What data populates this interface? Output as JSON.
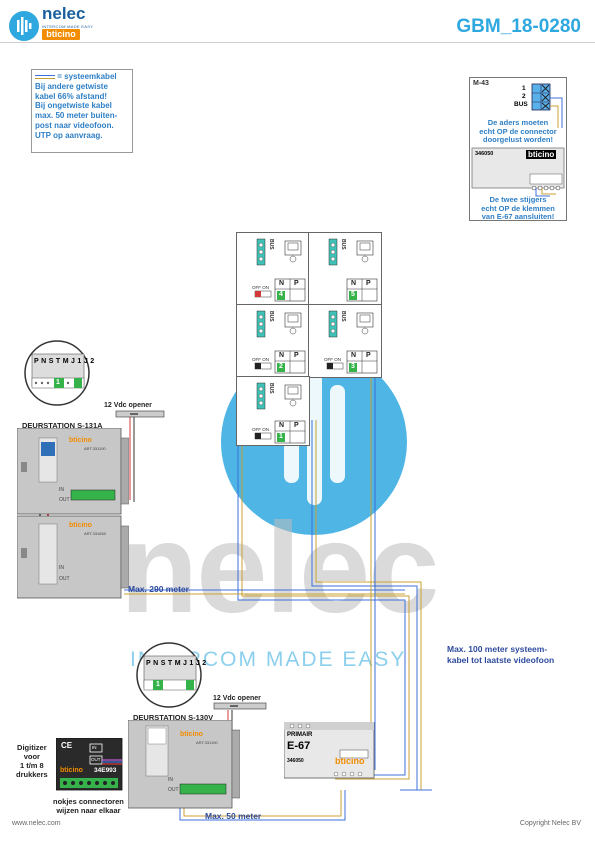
{
  "header": {
    "brand": "nelec",
    "tagline": "INTERCOM MADE EASY",
    "brand2": "bticino",
    "title": "GBM_18-0280"
  },
  "legend": {
    "key": "= systeemkabel",
    "lines": [
      "Bij andere getwiste",
      "kabel 66% afstand!",
      "Bij ongetwiste kabel",
      "max. 50 meter buiten-",
      "post naar videofoon.",
      "UTP op aanvraag."
    ]
  },
  "m43": {
    "title": "M-43",
    "pin1": "1",
    "pin2": "2",
    "pinbus": "BUS",
    "note": [
      "De aders moeten",
      "echt OP de connector",
      "doorgelust worden!"
    ],
    "device_code": "346050",
    "device_brand": "bticino",
    "note2": [
      "De twee stijgers",
      "echt OP de klemmen",
      "van E-67 aansluiten!"
    ]
  },
  "videophones": {
    "off_on": "OFF ON",
    "n": "N",
    "p": "P",
    "bus": "BUS",
    "numbers": [
      "4",
      "5",
      "2",
      "3",
      "1"
    ]
  },
  "door_s131a": {
    "terminal_labels": [
      "P",
      "N",
      "S",
      "T",
      "M",
      "J1",
      "J2"
    ],
    "terminal_value": "1",
    "opener": "12 Vdc opener",
    "title": "DEURSTATION S-131A",
    "brand": "bticino",
    "art1": "ART.331100",
    "art2": "ART.331650",
    "in_label": "IN",
    "out_label": "OUT"
  },
  "door_s130v": {
    "terminal_labels": [
      "P",
      "N",
      "S",
      "T",
      "M",
      "J1",
      "J2"
    ],
    "terminal_value": "1",
    "opener": "12 Vdc opener",
    "title": "DEURSTATION S-130V",
    "brand": "bticino",
    "art": "ART.331100",
    "in_label": "IN",
    "out_label": "OUT"
  },
  "distances": {
    "d290": "Max. 290 meter",
    "d100": [
      "Max. 100 meter systeem-",
      "kabel tot laatste videofoon"
    ],
    "d50": "Max. 50 meter"
  },
  "digitizer": {
    "label": [
      "Digitizer",
      "voor",
      "1 t/m 8",
      "drukkers"
    ],
    "brand": "bticino",
    "code": "34E993",
    "in_label": "IN",
    "out_label": "OUT",
    "note": [
      "nokjes connectoren",
      "wijzen naar elkaar"
    ]
  },
  "e67": {
    "primary": "PRIMAIR",
    "name": "E-67",
    "code": "346050",
    "brand": "bticino"
  },
  "watermark": {
    "word": "nelec",
    "tagline": "INTERCOM MADE EASY"
  },
  "footer": {
    "website": "www.nelec.com",
    "copyright": "Copyright Nelec BV"
  },
  "colors": {
    "accent": "#2fa8e0",
    "blue_text": "#2e7fc5",
    "brand_orange": "#f28c00",
    "terminal_green": "#35b34a"
  }
}
